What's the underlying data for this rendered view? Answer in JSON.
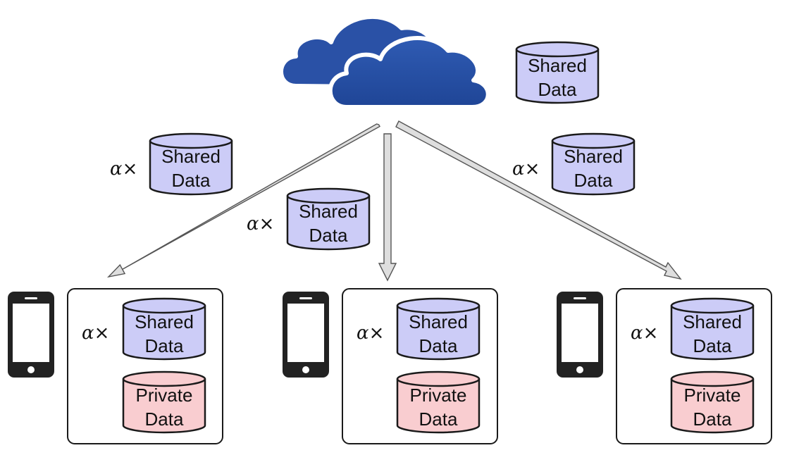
{
  "colors": {
    "cloud": "#2a51a6",
    "shared_fill": "#ccccf7",
    "private_fill": "#f9cdd0",
    "arrow_fill": "#dedede",
    "phone": "#222222"
  },
  "cloud": {
    "icon": "cloud-icon"
  },
  "server_storage": {
    "line1": "Shared",
    "line2": "Data"
  },
  "transfers": [
    {
      "alpha": "α",
      "times": "×",
      "line1": "Shared",
      "line2": "Data"
    },
    {
      "alpha": "α",
      "times": "×",
      "line1": "Shared",
      "line2": "Data"
    },
    {
      "alpha": "α",
      "times": "×",
      "line1": "Shared",
      "line2": "Data"
    }
  ],
  "devices": [
    {
      "icon": "smartphone-icon",
      "alpha": "α",
      "times": "×",
      "shared": {
        "line1": "Shared",
        "line2": "Data"
      },
      "private": {
        "line1": "Private",
        "line2": "Data"
      }
    },
    {
      "icon": "smartphone-icon",
      "alpha": "α",
      "times": "×",
      "shared": {
        "line1": "Shared",
        "line2": "Data"
      },
      "private": {
        "line1": "Private",
        "line2": "Data"
      }
    },
    {
      "icon": "smartphone-icon",
      "alpha": "α",
      "times": "×",
      "shared": {
        "line1": "Shared",
        "line2": "Data"
      },
      "private": {
        "line1": "Private",
        "line2": "Data"
      }
    }
  ]
}
